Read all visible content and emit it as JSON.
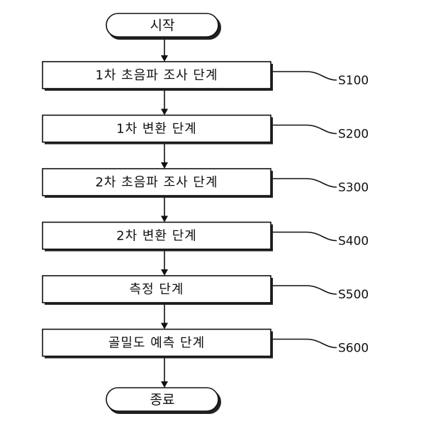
{
  "start": {
    "label": "시작"
  },
  "end": {
    "label": "종료"
  },
  "steps": [
    {
      "label": "1차 초음파 조사 단계",
      "code": "S100"
    },
    {
      "label": "1차 변환 단계",
      "code": "S200"
    },
    {
      "label": "2차 초음파 조사 단계",
      "code": "S300"
    },
    {
      "label": "2차 변환 단계",
      "code": "S400"
    },
    {
      "label": "측정 단계",
      "code": "S500"
    },
    {
      "label": "골밀도 예측 단계",
      "code": "S600"
    }
  ]
}
